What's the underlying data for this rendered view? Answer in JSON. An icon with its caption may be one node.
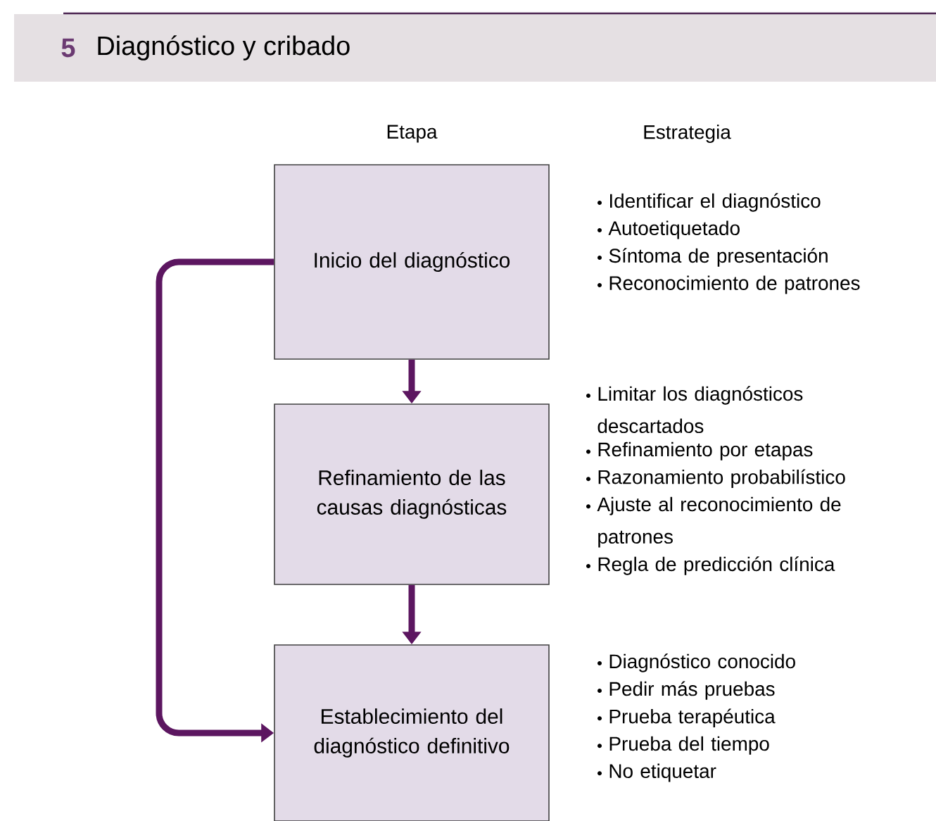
{
  "diagram": {
    "title": "Diagnóstico y cribado",
    "nodes": [
      {
        "text": [
          "Inicio del diagnóstico"
        ],
        "beside": [
          "Identificar el diagnóstico",
          "Autoetiquetado",
          "Síntoma de presentación",
          "Reconocimiento de patrones"
        ]
      },
      {
        "text": [
          "Refinamiento de las causas diagnósticas"
        ],
        "beside": [
          "Limitar los diagnósticos descartados",
          "Refinamiento por etapas",
          "Razonamiento probabilístico",
          "Ajuste al reconocimiento de patrones",
          "Regla de predicción clínica"
        ]
      },
      {
        "text": [
          "Establecimiento del diagnóstico definitivo"
        ],
        "beside": [
          "Diagnóstico conocido",
          "Pedir más pruebas",
          "Prueba terapéutica",
          "Prueba del tiempo",
          "No etiquetar"
        ]
      }
    ],
    "edges": [
      {
        "from": 0,
        "to": 1,
        "arrow": "to"
      },
      {
        "from": 1,
        "to": 2,
        "arrow": "to"
      },
      {
        "from": 0,
        "to": 2,
        "arrow": "to"
      }
    ],
    "labels": [
      "5",
      "Etapa",
      "Estrategia"
    ]
  }
}
